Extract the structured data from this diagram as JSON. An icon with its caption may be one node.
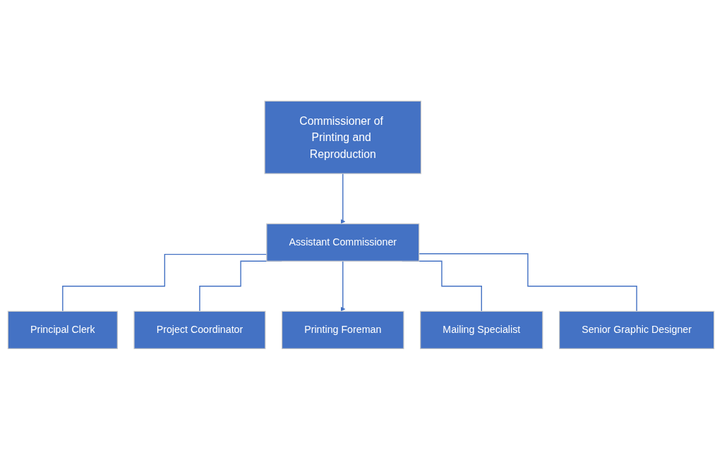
{
  "diagram": {
    "nodes": [
      {
        "text": [
          "Commissioner of Printing and Reproduction"
        ]
      },
      {
        "text": [
          "Assistant Commissioner"
        ]
      },
      {
        "text": [
          "Principal Clerk"
        ]
      },
      {
        "text": [
          "Project Coordinator"
        ]
      },
      {
        "text": [
          "Printing Foreman"
        ]
      },
      {
        "text": [
          "Mailing Specialist"
        ]
      },
      {
        "text": [
          "Senior Graphic Designer"
        ]
      }
    ],
    "edges": [
      {
        "from": 0,
        "to": 1,
        "arrow": "to"
      },
      {
        "from": 1,
        "to": 2,
        "arrow": "none"
      },
      {
        "from": 1,
        "to": 3,
        "arrow": "none"
      },
      {
        "from": 1,
        "to": 4,
        "arrow": "to"
      },
      {
        "from": 1,
        "to": 5,
        "arrow": "none"
      },
      {
        "from": 1,
        "to": 6,
        "arrow": "none"
      }
    ]
  }
}
